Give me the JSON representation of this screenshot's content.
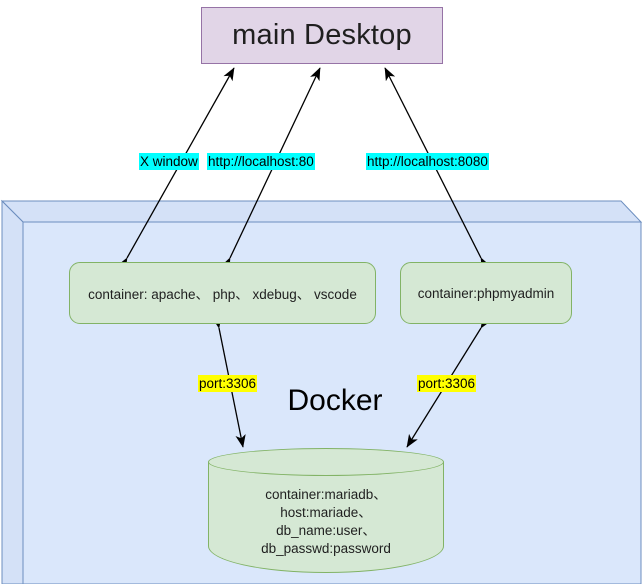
{
  "diagram": {
    "type": "architecture-diagram",
    "nodes": {
      "desktop": {
        "label": "main Desktop",
        "shape": "rectangle",
        "fill": "#e1d5e7",
        "stroke": "#9673a6"
      },
      "docker_boundary": {
        "label": "Docker",
        "shape": "cube-3d",
        "fill": "#dae8fc",
        "stroke": "#6c8ebf"
      },
      "container_web": {
        "label": "container: apache、 php、 xdebug、 vscode",
        "shape": "rounded-rectangle",
        "fill": "#d5e8d4",
        "stroke": "#82b366"
      },
      "container_pma": {
        "label": "container:phpmyadmin",
        "shape": "rounded-rectangle",
        "fill": "#d5e8d4",
        "stroke": "#82b366"
      },
      "database": {
        "shape": "cylinder",
        "fill": "#d5e8d4",
        "stroke": "#82b366",
        "lines": [
          "container:mariadb、",
          "host:mariade、",
          "db_name:user、",
          "db_passwd:password"
        ]
      }
    },
    "edges": [
      {
        "from": "container_web",
        "to": "desktop",
        "label": "X window",
        "label_fill": "#00ffff",
        "arrow": "double"
      },
      {
        "from": "container_web",
        "to": "desktop",
        "label": "http://localhost:80",
        "label_fill": "#00ffff",
        "arrow": "double"
      },
      {
        "from": "container_pma",
        "to": "desktop",
        "label": "http://localhost:8080",
        "label_fill": "#00ffff",
        "arrow": "double"
      },
      {
        "from": "container_web",
        "to": "database",
        "label": "port:3306",
        "label_fill": "#ffff00",
        "arrow": "double"
      },
      {
        "from": "container_pma",
        "to": "database",
        "label": "port:3306",
        "label_fill": "#ffff00",
        "arrow": "double"
      }
    ]
  }
}
